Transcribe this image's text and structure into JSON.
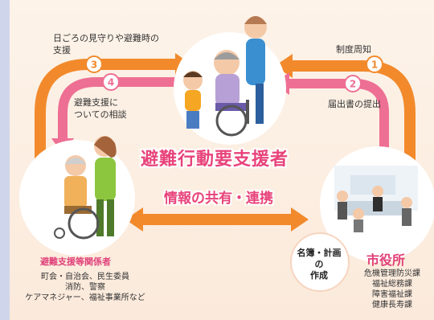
{
  "labels": {
    "daily_watch": "日ごろの見守りや避難時の\n支援",
    "consult": "避難支援に\nついての相談",
    "notice": "制度周知",
    "submit": "届出書の提出",
    "main_title": "避難行動要支援者",
    "share": "情報の共有・連携",
    "supporters_title": "避難支援等関係者",
    "supporters_list": "町会・自治会、民生委員\n消防、警察\nケアマネジャー、福祉事業所など",
    "city_title": "市役所",
    "city_list": "危機管理防災課\n福祉総務課\n障害福祉課\n健康長寿課",
    "meibo": "名簿・計画\nの\n作成"
  },
  "badges": {
    "b1": "1",
    "b2": "2",
    "b3": "3",
    "b4": "4"
  },
  "colors": {
    "orange": "#f28a2c",
    "pink": "#ee6f94",
    "title": "#e8437a",
    "bg": "#fbeadb",
    "band": "#cfd6ec"
  },
  "icons": [
    "elderly-wheelchair-icon",
    "caregiver-icon",
    "meeting-room-icon"
  ]
}
